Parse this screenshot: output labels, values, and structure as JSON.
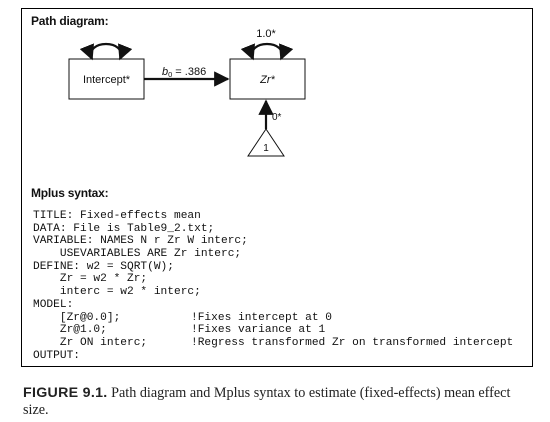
{
  "path_section": {
    "title": "Path diagram:"
  },
  "diagram": {
    "nodes": {
      "intercept": "Intercept*",
      "zr": "Zr*",
      "constant": "1"
    },
    "labels": {
      "zr_variance": "1.0*",
      "path_coef_sym": "b",
      "path_coef_sub": "0",
      "path_coef_val": "= .386",
      "constant_path": "0*"
    }
  },
  "syntax_section": {
    "title": "Mplus syntax:",
    "lines": [
      {
        "code": "TITLE: Fixed-effects mean",
        "comment": ""
      },
      {
        "code": "DATA: File is Table9_2.txt;",
        "comment": ""
      },
      {
        "code": "VARIABLE: NAMES N r Zr W interc;",
        "comment": ""
      },
      {
        "code": "    USEVARIABLES ARE Zr interc;",
        "comment": ""
      },
      {
        "code": "DEFINE: w2 = SQRT(W);",
        "comment": ""
      },
      {
        "code": "    Zr = w2 * Zr;",
        "comment": ""
      },
      {
        "code": "    interc = w2 * interc;",
        "comment": ""
      },
      {
        "code": "MODEL:",
        "comment": ""
      },
      {
        "code": "    [Zr@0.0];",
        "comment": "!Fixes intercept at 0"
      },
      {
        "code": "    Zr@1.0;",
        "comment": "!Fixes variance at 1"
      },
      {
        "code": "    Zr ON interc;",
        "comment": "!Regress transformed Zr on transformed intercept"
      },
      {
        "code": "OUTPUT:",
        "comment": ""
      }
    ]
  },
  "caption": {
    "label": "FIGURE 9.1.",
    "text": "Path diagram and Mplus syntax to estimate (fixed-effects) mean effect size."
  }
}
